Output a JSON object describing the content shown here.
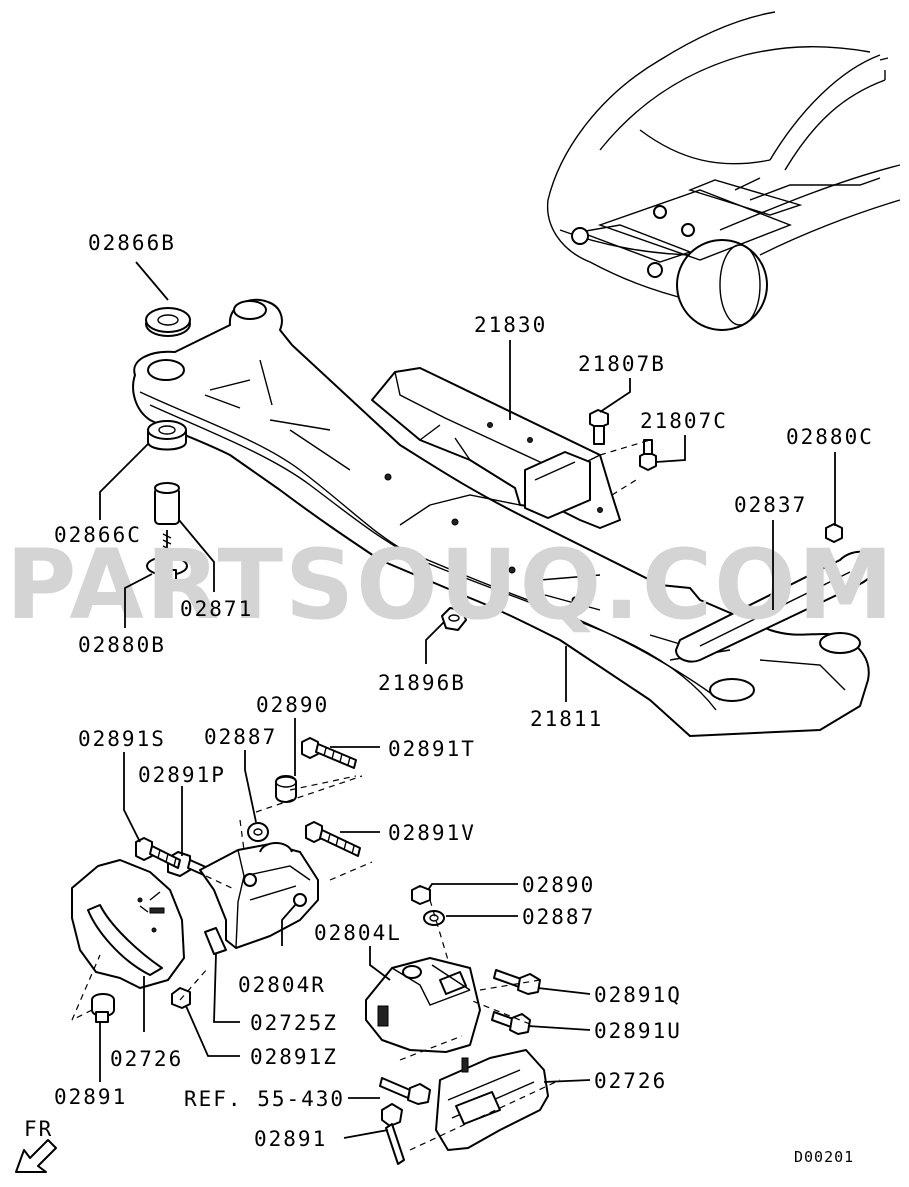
{
  "watermark": "PARTSOUQ.COM",
  "diagram_code": "D00201",
  "direction_label": "FR",
  "reference_label": "REF. 55-430",
  "callouts": {
    "c02866B": "02866B",
    "c21830": "21830",
    "c21807B": "21807B",
    "c21807C": "21807C",
    "c02880C": "02880C",
    "c02837": "02837",
    "c02866C": "02866C",
    "c02871": "02871",
    "c02880B": "02880B",
    "c21896B": "21896B",
    "c21811": "21811",
    "c02890a": "02890",
    "c02887a": "02887",
    "c02891S": "02891S",
    "c02891T": "02891T",
    "c02891P": "02891P",
    "c02891V": "02891V",
    "c02890b": "02890",
    "c02887b": "02887",
    "c02804L": "02804L",
    "c02804R": "02804R",
    "c02891Q": "02891Q",
    "c02891U": "02891U",
    "c02725Z": "02725Z",
    "c02891Z": "02891Z",
    "c02726a": "02726",
    "c02726b": "02726",
    "c02891a": "02891",
    "c02891b": "02891"
  }
}
